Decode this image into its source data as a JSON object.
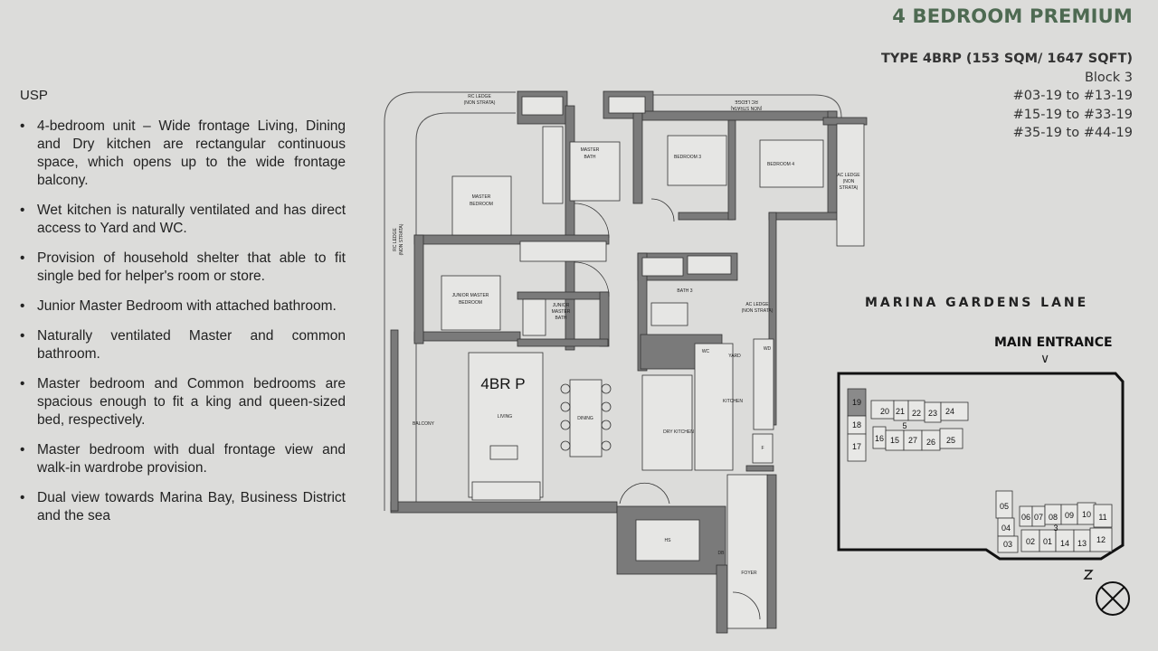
{
  "header": {
    "title": "4 BEDROOM PREMIUM",
    "type_line": "TYPE 4BRP (153 SQM/ 1647 SQFT)",
    "block": "Block 3",
    "units": [
      "#03-19 to #13-19",
      "#15-19 to #33-19",
      "#35-19 to #44-19"
    ]
  },
  "usp": {
    "title": "USP",
    "items": [
      "4-bedroom unit – Wide frontage Living, Dining and Dry kitchen are rectangular continuous space, which opens up to the wide frontage balcony.",
      "Wet kitchen is naturally ventilated and has direct access to Yard and WC.",
      "Provision of household shelter that able to fit single bed for helper's room or store.",
      "Junior Master Bedroom with attached bathroom.",
      "Naturally ventilated Master and common bathroom.",
      "Master bedroom and Common bedrooms are spacious enough to fit a king and queen-sized bed, respectively.",
      "Master bedroom with dual frontage view and walk-in wardrobe provision.",
      "Dual view towards Marina Bay, Business District and the sea"
    ]
  },
  "plan": {
    "unit_label": "4BR P",
    "rooms": {
      "rc_ledge_top": "RC LEDGE",
      "non_strata_top": "(NON STRATA)",
      "rc_ledge_top2": "RC LEDGE",
      "non_strata_top2": "(NON STRATA)",
      "master_bath_1": "MASTER",
      "master_bath_2": "BATH",
      "bedroom3": "BEDROOM 3",
      "bedroom4": "BEDROOM 4",
      "ac_ledge_1": "AC LEDGE",
      "ac_ledge_2": "(NON",
      "ac_ledge_3": "STRATA)",
      "master_bedroom_1": "MASTER",
      "master_bedroom_2": "BEDROOM",
      "rc_ledge_left": "RC LEDGE",
      "non_strata_left": "(NON STRATA)",
      "junior_1": "JUNIOR MASTER",
      "junior_2": "BEDROOM",
      "jm_bath_1": "JUNIOR",
      "jm_bath_2": "MASTER",
      "jm_bath_3": "BATH",
      "bath3": "BATH 3",
      "ac_ledge2_1": "AC LEDGE",
      "ac_ledge2_2": "(NON STRATA)",
      "wc": "WC",
      "yard": "YARD",
      "wd": "WD",
      "kitchen": "KITCHEN",
      "dry_kitchen": "DRY KITCHEN",
      "fridge": "F",
      "balcony": "BALCONY",
      "living": "LIVING",
      "dining": "DINING",
      "hs": "HS",
      "db": "DB",
      "foyer": "FOYER"
    }
  },
  "site": {
    "road": "MARINA GARDENS LANE",
    "main_entrance": "MAIN ENTRANCE",
    "units": [
      "19",
      "20",
      "21",
      "22",
      "23",
      "24",
      "18",
      "5",
      "17",
      "16",
      "15",
      "27",
      "26",
      "25",
      "05",
      "06",
      "07",
      "08",
      "09",
      "10",
      "11",
      "04",
      "3",
      "03",
      "02",
      "01",
      "14",
      "13",
      "12"
    ]
  },
  "colors": {
    "title": "#4e6a52",
    "highlight_unit": "#8a8a8a"
  }
}
